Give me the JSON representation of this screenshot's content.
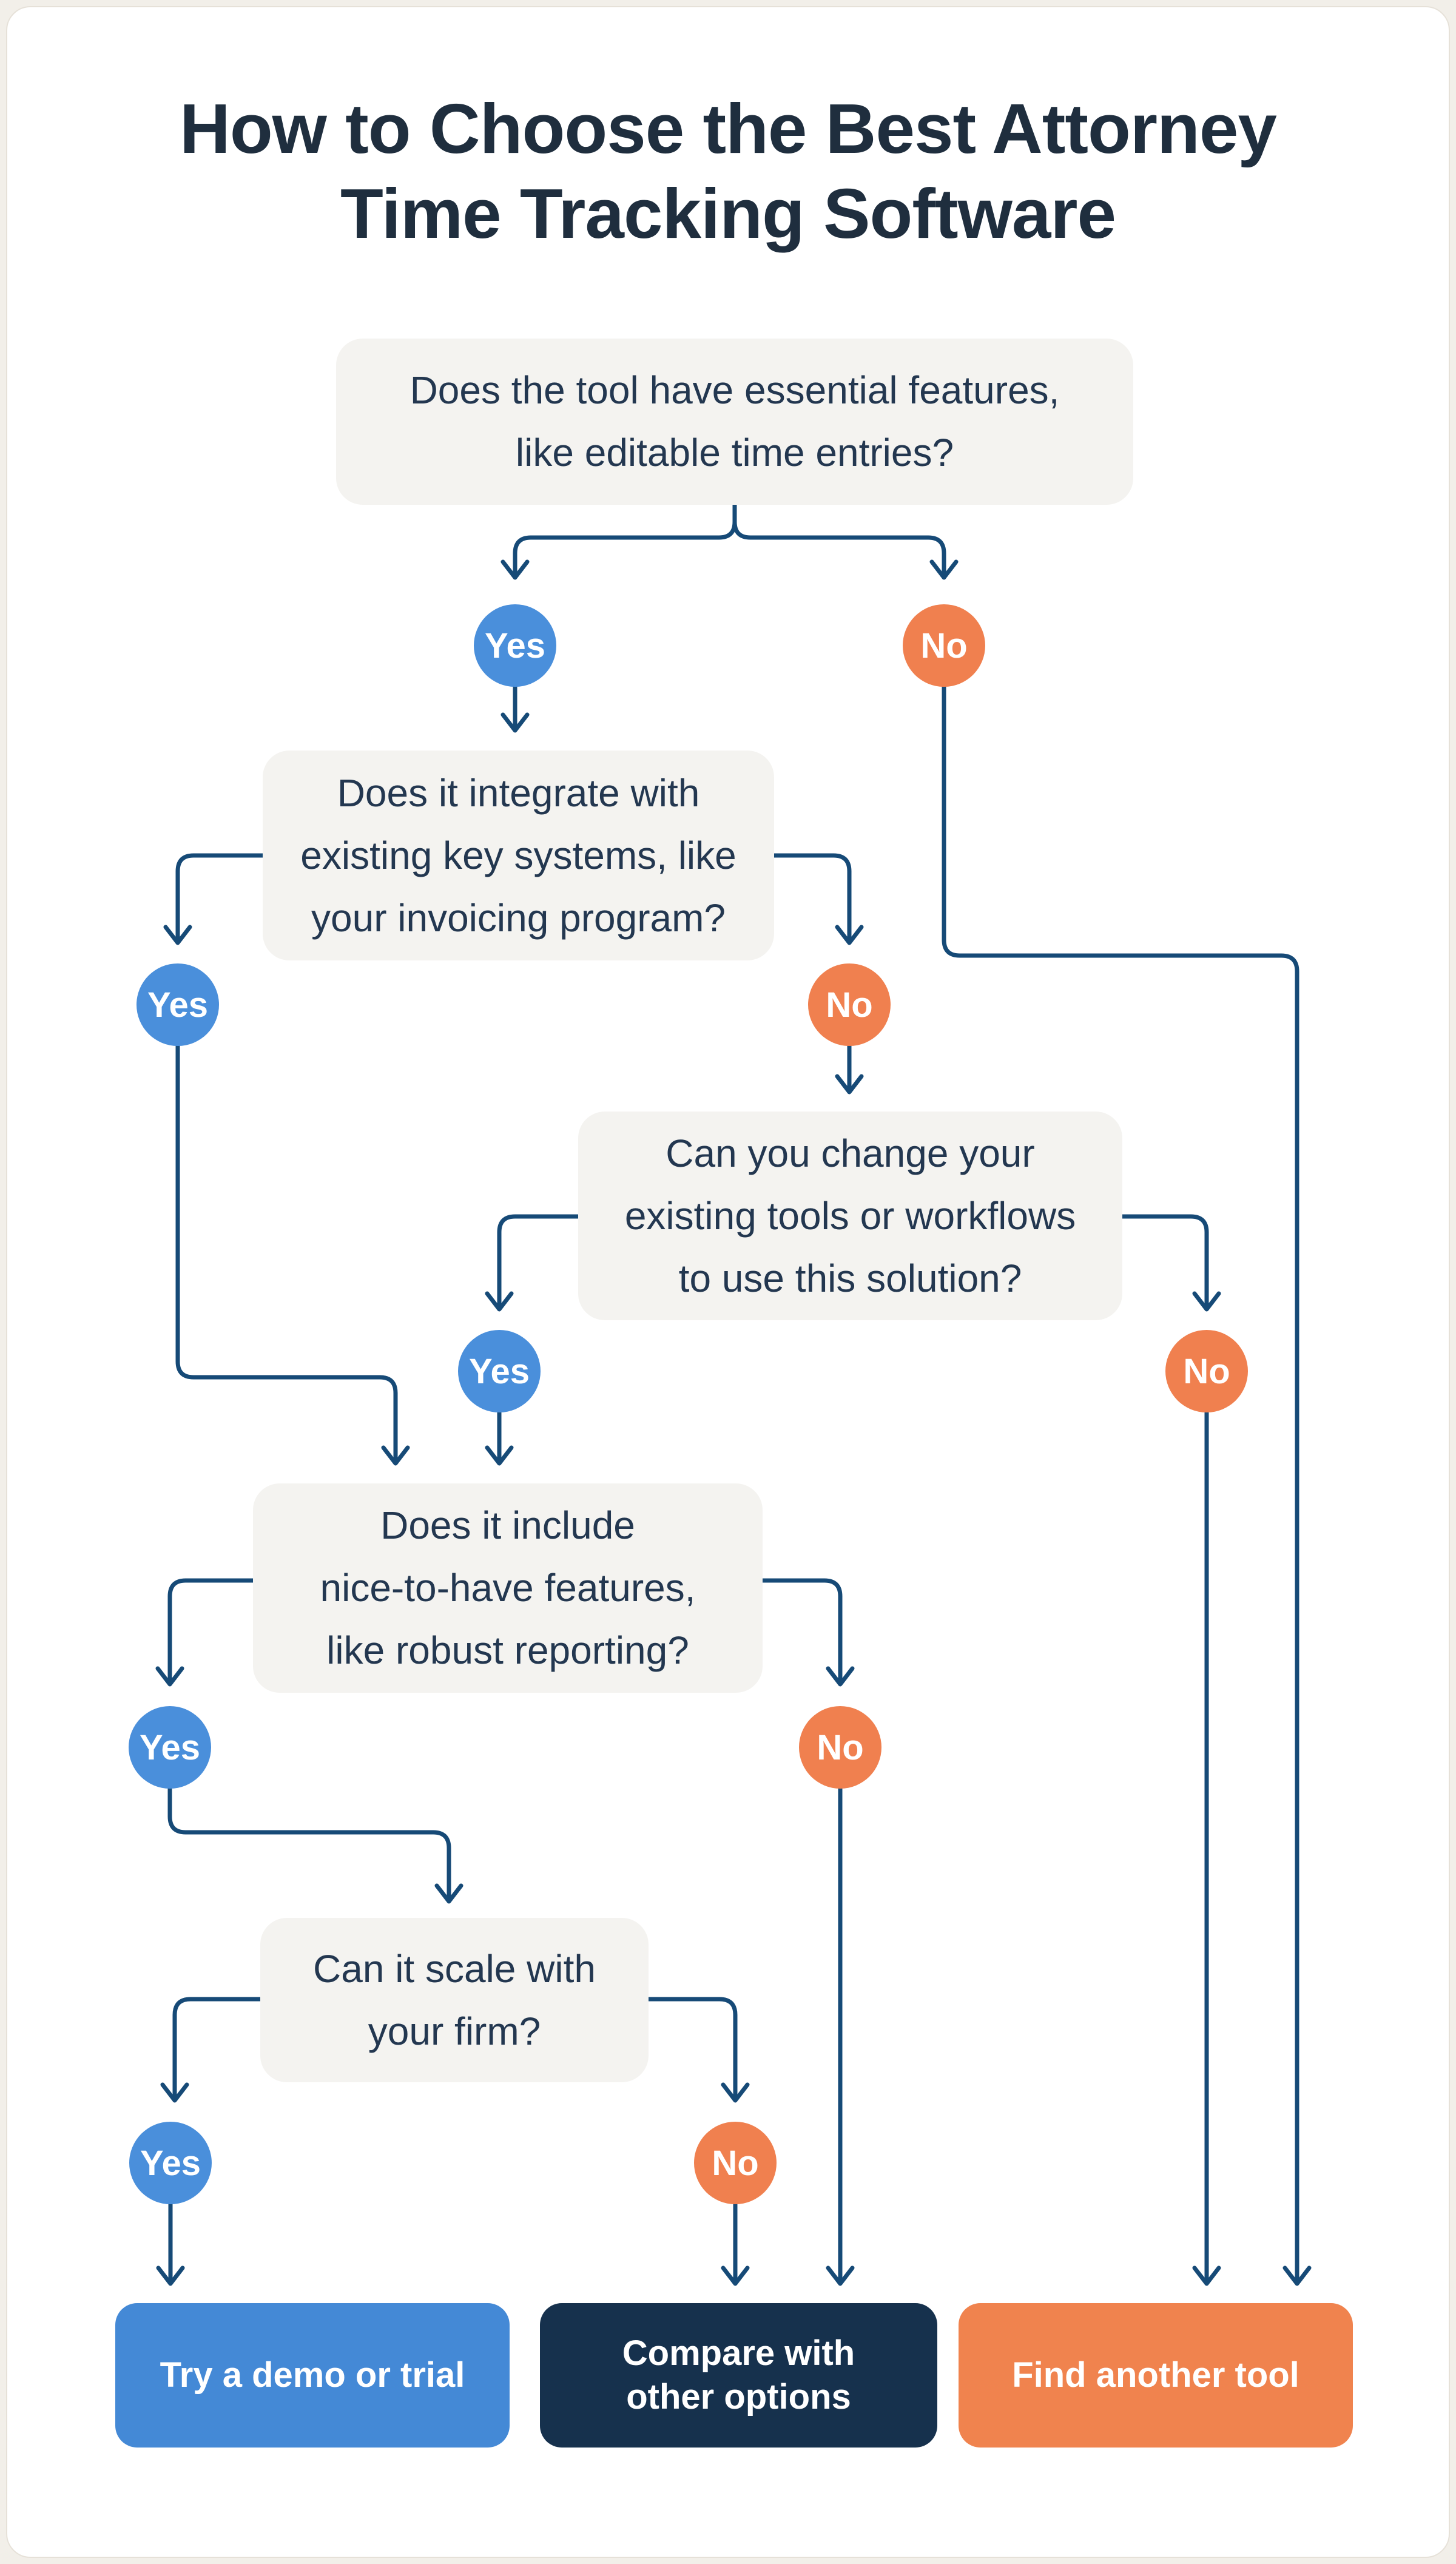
{
  "title": "How to Choose the Best Attorney\nTime Tracking Software",
  "labels": {
    "yes": "Yes",
    "no": "No"
  },
  "questions": [
    {
      "id": "q1",
      "text": "Does the tool have essential features,\nlike editable time entries?"
    },
    {
      "id": "q2",
      "text": "Does it integrate with\nexisting key systems, like\nyour invoicing program?"
    },
    {
      "id": "q3",
      "text": "Can you change your\nexisting tools or workflows\nto use this solution?"
    },
    {
      "id": "q4",
      "text": "Does it include\nnice-to-have features,\nlike robust reporting?"
    },
    {
      "id": "q5",
      "text": "Can it scale with\nyour firm?"
    }
  ],
  "outcomes": [
    {
      "id": "try-demo",
      "label": "Try a demo or trial"
    },
    {
      "id": "compare",
      "label": "Compare with\nother options"
    },
    {
      "id": "find-another",
      "label": "Find another tool"
    }
  ],
  "colors": {
    "page_background": "#f2efe9",
    "card_background": "#ffffff",
    "card_border": "#e6e1d8",
    "question_box_background": "#f4f3f0",
    "title_text": "#1f2e3e",
    "question_text": "#233750",
    "connector_line": "#164a77",
    "yes_circle": "#4a8fdb",
    "no_circle": "#f0804f",
    "button_try_demo": "#4489d6",
    "button_compare": "#16314d",
    "button_find_another": "#f0834e"
  }
}
